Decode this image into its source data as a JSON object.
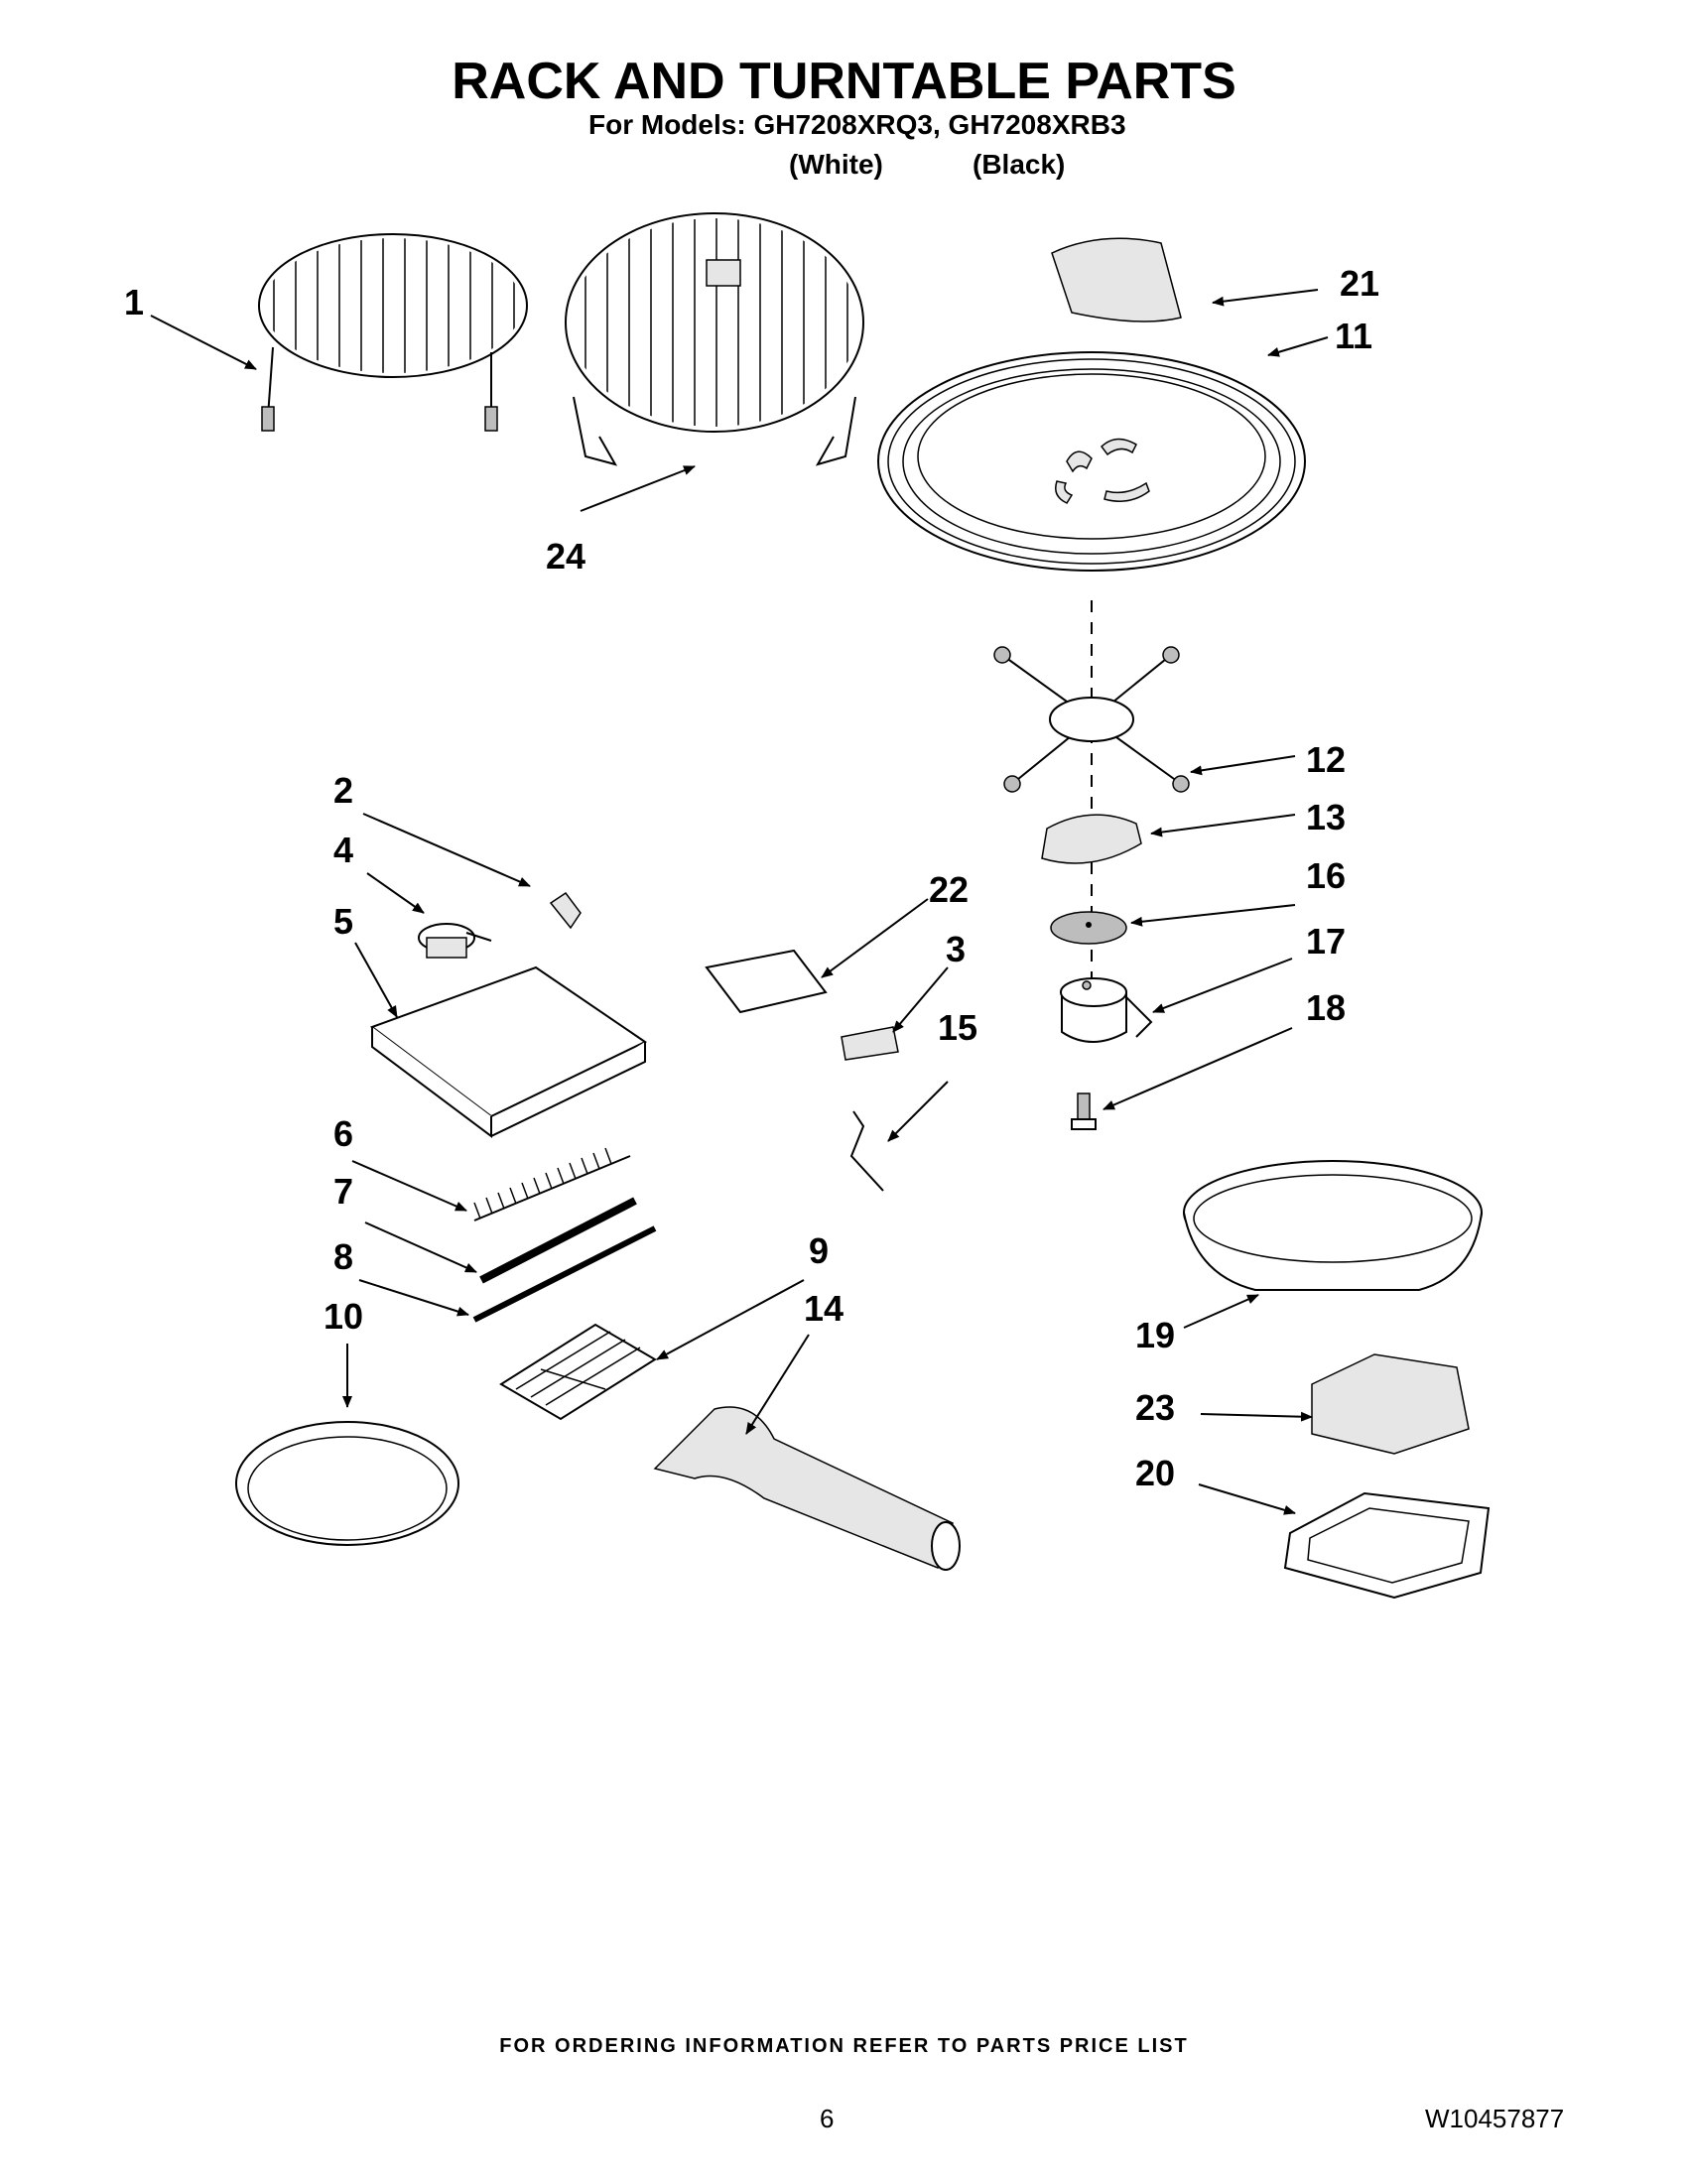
{
  "header": {
    "title": "RACK AND TURNTABLE PARTS",
    "models_line": "For Models: GH7208XRQ3, GH7208XRB3",
    "variant_white": "(White)",
    "variant_black": "(Black)"
  },
  "callouts": {
    "c1": "1",
    "c2": "2",
    "c3": "3",
    "c4": "4",
    "c5": "5",
    "c6": "6",
    "c7": "7",
    "c8": "8",
    "c9": "9",
    "c10": "10",
    "c11": "11",
    "c12": "12",
    "c13": "13",
    "c14": "14",
    "c15": "15",
    "c16": "16",
    "c17": "17",
    "c18": "18",
    "c19": "19",
    "c20": "20",
    "c21": "21",
    "c22": "22",
    "c23": "23",
    "c24": "24"
  },
  "footer": {
    "ordering_note": "FOR ORDERING INFORMATION REFER TO PARTS PRICE LIST",
    "page_number": "6",
    "document_number": "W10457877"
  }
}
